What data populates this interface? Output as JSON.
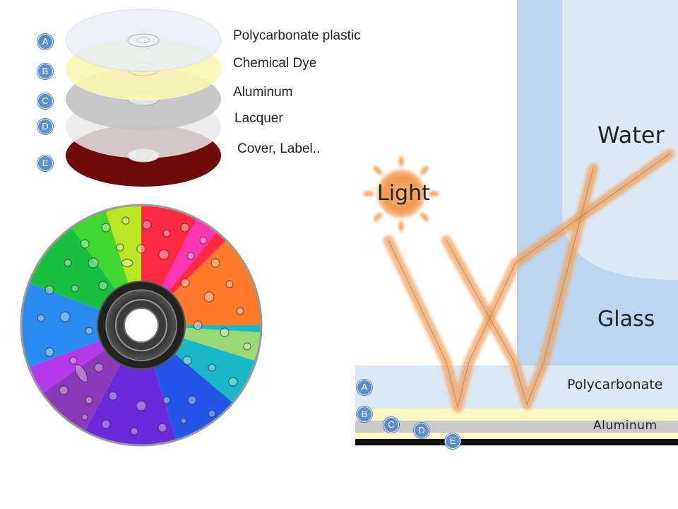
{
  "stack": {
    "layers": [
      {
        "badge": "A",
        "label": "Polycarbonate plastic",
        "color": "#e6eefa"
      },
      {
        "badge": "B",
        "label": "Chemical Dye",
        "color": "#fbf7b8"
      },
      {
        "badge": "C",
        "label": "Aluminum",
        "color": "#c8c8c8"
      },
      {
        "badge": "D",
        "label": "Lacquer",
        "color": "#e8e8e8"
      },
      {
        "badge": "E",
        "label": "Cover, Label..",
        "color": "#7a0c0c"
      }
    ]
  },
  "cross_section": {
    "water_label": "Water",
    "glass_label": "Glass",
    "light_label": "Light",
    "polycarbonate_label": "Polycarbonate",
    "aluminum_label": "Aluminum",
    "badges": [
      "A",
      "B",
      "C",
      "D",
      "E"
    ],
    "colors": {
      "water": "#dbe8f5",
      "glass": "#bdd5ee",
      "poly": "#dbe8f5",
      "dye": "#fdf8c4",
      "aluminum": "#c9c9c9",
      "label": "#111111",
      "beam": "#f5a25a"
    }
  }
}
